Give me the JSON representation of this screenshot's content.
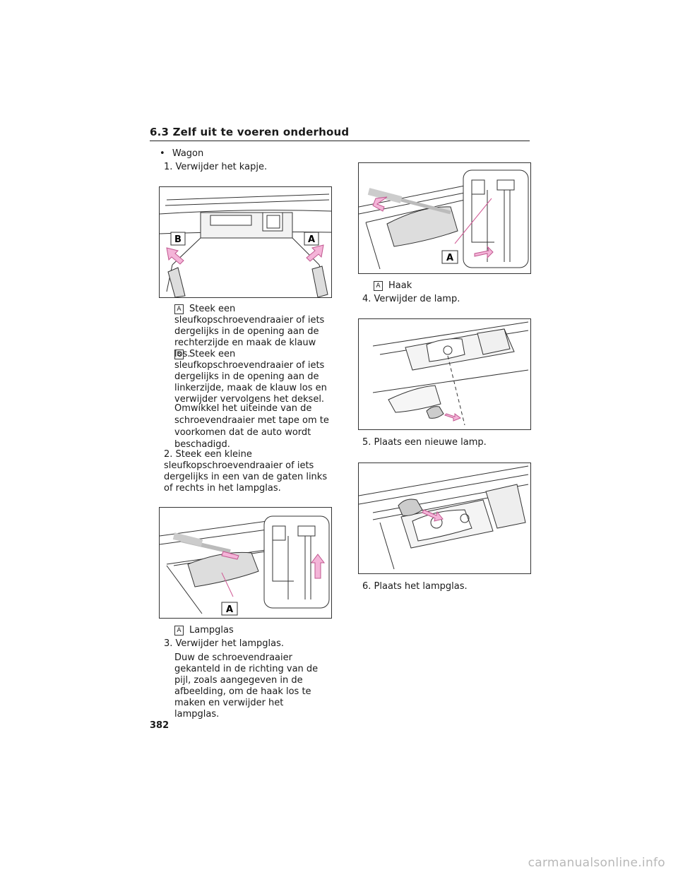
{
  "header": {
    "section_title": "6.3 Zelf uit te voeren onderhoud"
  },
  "left": {
    "bullet": "•",
    "wagon": "Wagon",
    "step1": "1. Verwijder het kapje.",
    "fig1_labels": {
      "b": "B",
      "a": "A"
    },
    "a_badge": "A",
    "a_text": "Steek een sleufkopschroevendraaier of iets dergelijks in de opening aan de rechterzijde en maak de klauw los.",
    "b_badge": "B",
    "b_text": "Steek een sleufkopschroevendraaier of iets dergelijks in de opening aan de linkerzijde, maak de klauw los en verwijder vervolgens het deksel.",
    "note": "Omwikkel het uiteinde van de schroevendraaier met tape om te voorkomen dat de auto wordt beschadigd.",
    "step2": "2. Steek een kleine sleufkopschroevendraaier of iets dergelijks in een van de gaten links of rechts in het lampglas.",
    "fig2_label": "A",
    "lampglas_badge": "A",
    "lampglas_text": "Lampglas",
    "step3": "3. Verwijder het lampglas.",
    "step3_text": "Duw de schroevendraaier gekanteld in de richting van de pijl, zoals aangegeven in de afbeelding, om de haak los te maken en verwijder het lampglas."
  },
  "right": {
    "fig3_label": "A",
    "haak_badge": "A",
    "haak_text": "Haak",
    "step4": "4. Verwijder de lamp.",
    "step5": "5. Plaats een nieuwe lamp.",
    "step6": "6. Plaats het lampglas."
  },
  "footer": {
    "page_number": "382",
    "watermark": "carmanualsonline.info"
  },
  "colors": {
    "arrow_pink": "#f4b4d8",
    "arrow_stroke": "#c0578f",
    "line": "#333333"
  }
}
